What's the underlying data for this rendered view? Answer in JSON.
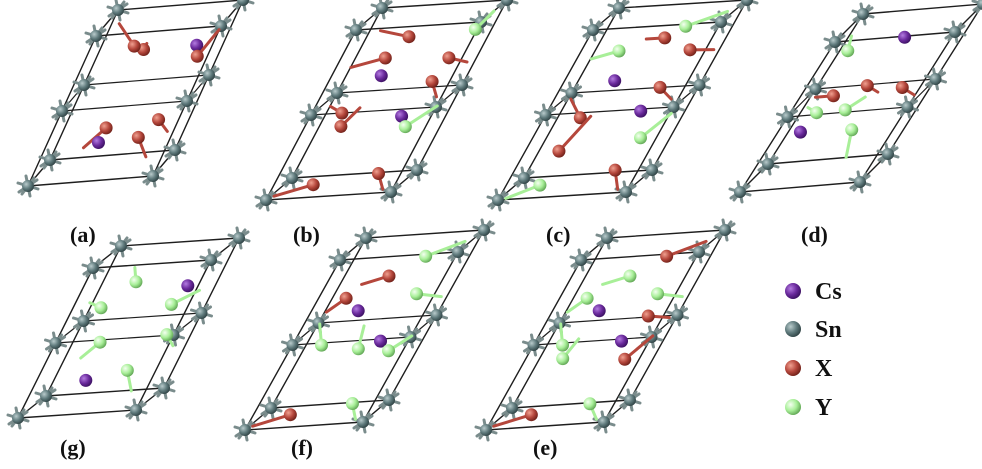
{
  "panels": [
    {
      "label": "(a)",
      "variant": "a"
    },
    {
      "label": "(b)",
      "variant": "b"
    },
    {
      "label": "(c)",
      "variant": "c"
    },
    {
      "label": "(d)",
      "variant": "d"
    },
    {
      "label": "(g)",
      "variant": "g"
    },
    {
      "label": "(f)",
      "variant": "f"
    },
    {
      "label": "(e)",
      "variant": "e"
    }
  ],
  "legend": [
    {
      "label": "Cs",
      "color": "#6a2a9c"
    },
    {
      "label": "Sn",
      "color": "#5f7a7c"
    },
    {
      "label": "X",
      "color": "#b5473c"
    },
    {
      "label": "Y",
      "color": "#a8ef98"
    }
  ],
  "colors": {
    "cell_edge": "#1e1e1e",
    "bond_sn": "#7a8c8c",
    "atom_cs": "#6a2a9c",
    "atom_sn": "#5f7a7c",
    "atom_x": "#b5473c",
    "atom_y": "#a8ef98"
  }
}
